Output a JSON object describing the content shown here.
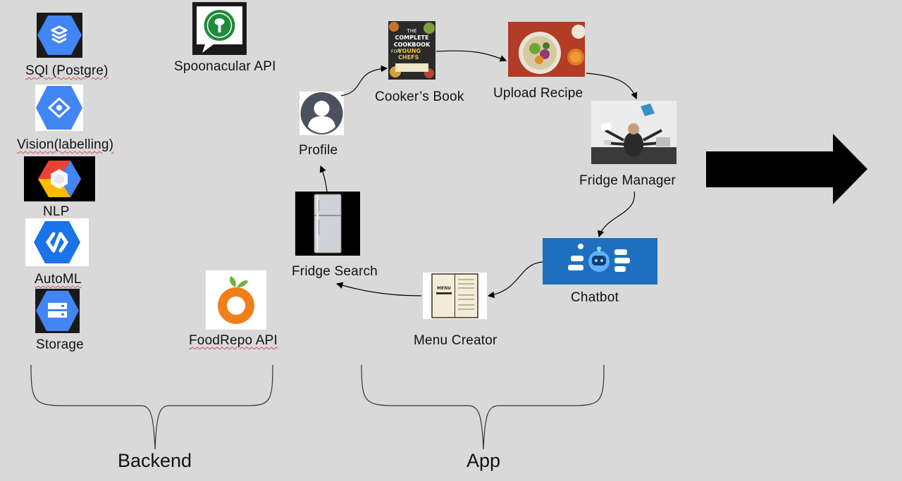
{
  "backend": {
    "items": [
      {
        "label": "SQl (Postgre)",
        "icon": "cloud-sql-icon"
      },
      {
        "label": "Vision(labelling)",
        "icon": "cloud-vision-icon"
      },
      {
        "label": "NLP",
        "icon": "natural-language-icon"
      },
      {
        "label": "AutoML",
        "icon": "automl-icon"
      },
      {
        "label": "Storage",
        "icon": "cloud-storage-icon"
      }
    ],
    "apis": [
      {
        "label": "Spoonacular API",
        "icon": "spoonacular-logo-icon"
      },
      {
        "label": "FoodRepo API",
        "icon": "foodrepo-logo-icon"
      }
    ],
    "group_label": "Backend"
  },
  "app": {
    "nodes": [
      {
        "label": "Profile",
        "icon": "profile-avatar-icon"
      },
      {
        "label": "Cooker’s Book",
        "icon": "cookbook-cover-image"
      },
      {
        "label": "Upload Recipe",
        "icon": "recipe-food-image"
      },
      {
        "label": "Fridge Manager",
        "icon": "multitasking-manager-image"
      },
      {
        "label": "Chatbot",
        "icon": "chatbot-robot-icon"
      },
      {
        "label": "Menu Creator",
        "icon": "menu-card-image"
      },
      {
        "label": "Fridge Search",
        "icon": "fridge-image"
      }
    ],
    "group_label": "App",
    "cookbook_cover_text": {
      "line1": "THE",
      "line2": "COMPLETE",
      "line3": "COOKBOOK",
      "line4": "FOR",
      "line5": "YOUNG CHEFS"
    },
    "menu_card_text": "MENU"
  },
  "colors": {
    "background": "#d9d9d9",
    "google_blue": "#4285f4",
    "chatbot_bg": "#1f6fc0",
    "foodrepo_orange": "#f07f1a",
    "spoonacular_green": "#1f8a3b"
  }
}
